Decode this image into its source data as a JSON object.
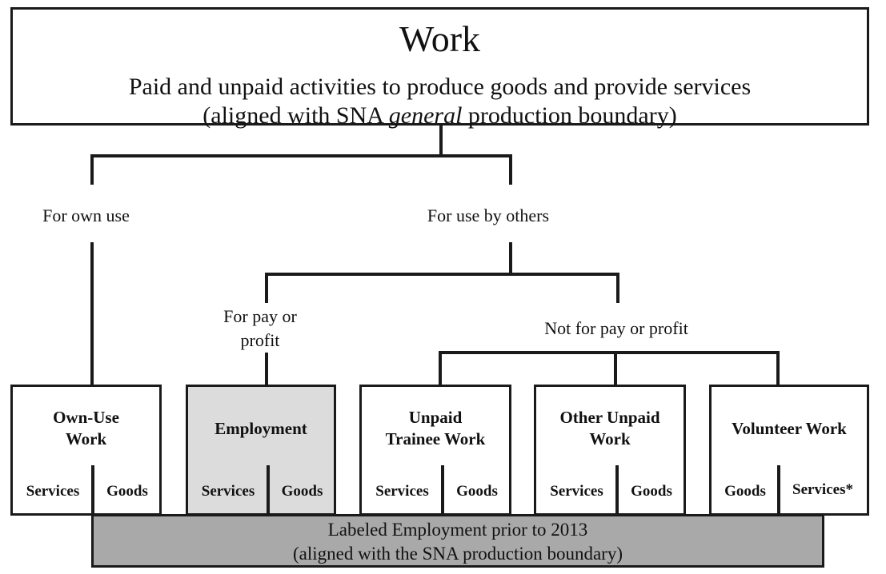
{
  "top": {
    "title": "Work",
    "line1": "Paid and unpaid activities to produce goods and provide services",
    "line2_pre": "(aligned with SNA ",
    "line2_em": "general",
    "line2_post": " production boundary)"
  },
  "branches": {
    "own_use": "For own use",
    "others": "For use by others",
    "pay_line1": "For pay or",
    "pay_line2": "profit",
    "not_pay": "Not for pay or profit"
  },
  "categories": [
    {
      "title_line1": "Own-Use",
      "title_line2": "Work",
      "left": "Services",
      "right": "Goods"
    },
    {
      "title_line1": "Employment",
      "title_line2": "",
      "left": "Services",
      "right": "Goods"
    },
    {
      "title_line1": "Unpaid",
      "title_line2": "Trainee Work",
      "left": "Services",
      "right": "Goods"
    },
    {
      "title_line1": "Other Unpaid",
      "title_line2": "Work",
      "left": "Services",
      "right": "Goods"
    },
    {
      "title_line1": "Volunteer Work",
      "title_line2": "",
      "left": "Goods",
      "right": "Services*"
    }
  ],
  "bottom": {
    "line1": "Labeled Employment prior to 2013",
    "line2": "(aligned with the SNA production boundary)"
  },
  "colors": {
    "employment_fill": "#dcdcdc",
    "bottom_band": "#a9a9a9"
  }
}
